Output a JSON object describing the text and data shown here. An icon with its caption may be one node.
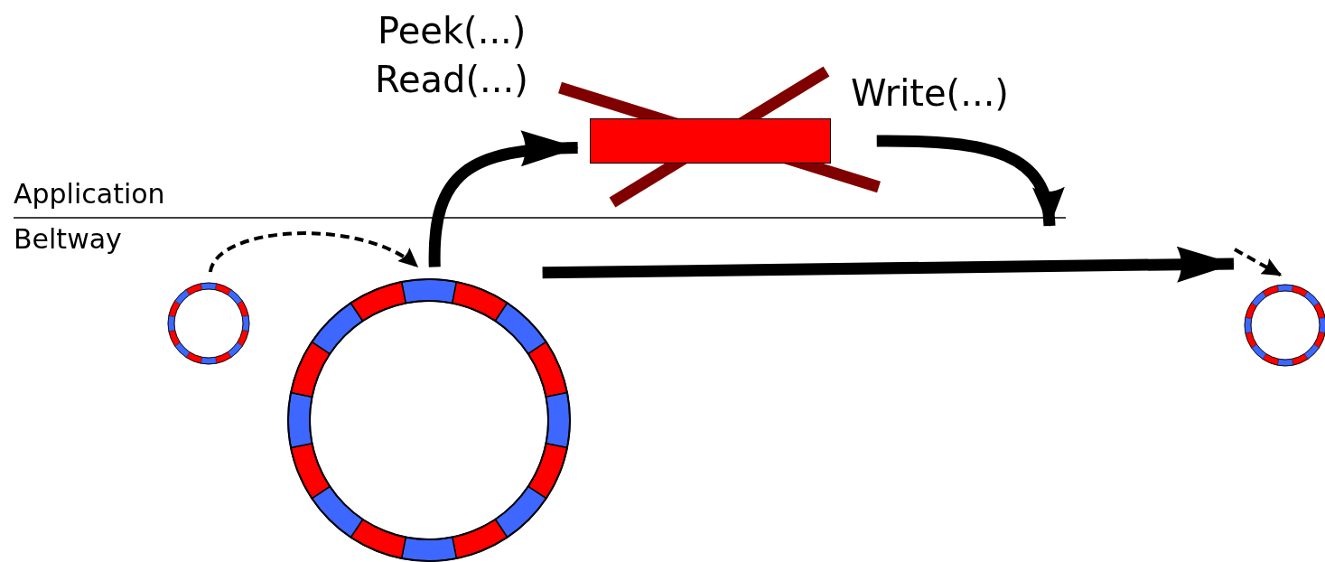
{
  "diagram": {
    "nodes": [
      {
        "text": [],
        "shape": "circle"
      },
      {
        "text": [],
        "shape": "circle"
      },
      {
        "text": [],
        "shape": "bar"
      },
      {
        "text": [],
        "shape": "circle"
      }
    ],
    "edges": [
      {
        "from": 0,
        "to": 1,
        "arrow": "to",
        "style": "dashed"
      },
      {
        "from": 1,
        "to": 2,
        "arrow": "to"
      },
      {
        "from": 2,
        "to": null,
        "arrow": "to"
      },
      {
        "from": 1,
        "to": 3,
        "arrow": "to"
      },
      {
        "from": null,
        "to": 3,
        "arrow": "to",
        "style": "dashed"
      }
    ],
    "labels": [
      "Peek(...)",
      "Read(...)",
      "Write(...)",
      "Application",
      "Beltway"
    ]
  }
}
